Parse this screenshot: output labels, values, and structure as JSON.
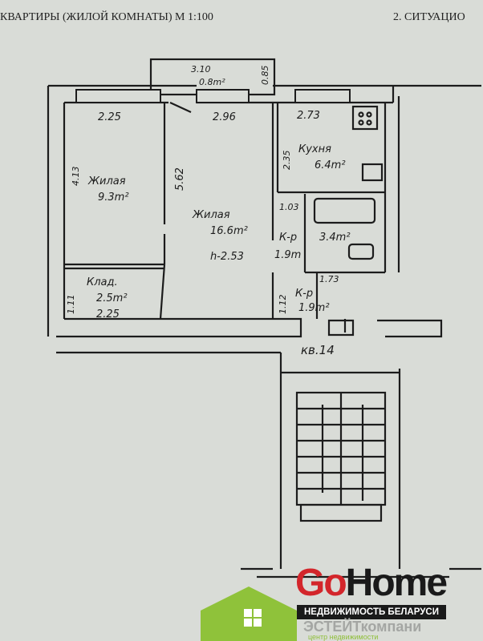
{
  "header": {
    "title": "КВАРТИРЫ (ЖИЛОЙ КОМНАТЫ)  М 1:100",
    "section": "2. СИТУАЦИО"
  },
  "plan": {
    "balcony": {
      "length": "3.10",
      "area": "0.8m²",
      "depth": "0.85"
    },
    "bedroom": {
      "name": "Жилая",
      "area": "9.3m²",
      "width": "2.25",
      "length": "4.13"
    },
    "living": {
      "name": "Жилая",
      "area": "16.6m²",
      "width": "2.96",
      "length": "5.62",
      "height": "h-2.53"
    },
    "kitchen": {
      "name": "Кухня",
      "area": "6.4m²",
      "width": "2.73",
      "length": "2.35"
    },
    "bathroom": {
      "area": "3.4m²",
      "width": "1.03"
    },
    "corridor1": {
      "name": "К-р",
      "area": "1.9m"
    },
    "corridor2": {
      "name": "К-р",
      "area": "1.9m²",
      "width": "1.73",
      "length": "1.12"
    },
    "pantry": {
      "name": "Клад.",
      "area": "2.5m²",
      "width": "2.25",
      "length": "1.11"
    },
    "apartment": "кв.14"
  },
  "logo": {
    "brand_go": "Go",
    "brand_home": "Home",
    "tagline": "НЕДВИЖИМОСТЬ БЕЛАРУСИ",
    "watermark": "ЭСТЕЙТкомпани",
    "watermark_sub": "центр недвижимости",
    "colors": {
      "red": "#d3262b",
      "green": "#8fc23a",
      "black": "#1a1a1a"
    }
  }
}
